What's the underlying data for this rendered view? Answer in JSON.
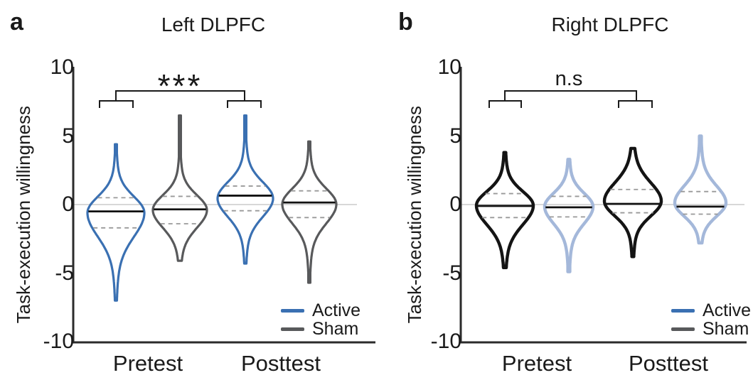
{
  "figure": {
    "panels": [
      {
        "letter": "a",
        "title": "Left DLPFC",
        "ylabel": "Task-execution willingness",
        "significance_label": "***",
        "x_categories": [
          "Pretest",
          "Posttest"
        ],
        "yticks": [
          10,
          5,
          0,
          -5,
          -10
        ],
        "legend": [
          {
            "label": "Active",
            "color": "#3a70b2"
          },
          {
            "label": "Sham",
            "color": "#58595b"
          }
        ]
      },
      {
        "letter": "b",
        "title": "Right DLPFC",
        "ylabel": "Task-execution willingness",
        "significance_label": "n.s",
        "x_categories": [
          "Pretest",
          "Posttest"
        ],
        "yticks": [
          10,
          5,
          0,
          -5,
          -10
        ],
        "legend": [
          {
            "label": "Active",
            "color": "#3a70b2"
          },
          {
            "label": "Sham",
            "color": "#58595b"
          }
        ]
      }
    ]
  },
  "colors": {
    "active_blue": "#3a70b2",
    "sham_gray": "#58595b",
    "panel_b_active_black": "#141414",
    "panel_b_sham_lightblue": "#a4b8da",
    "zero_line": "#cccccc",
    "quartile_line": "#999999",
    "median_line": "#111111",
    "axis": "#2b2b2b"
  },
  "chart_data": [
    {
      "type": "violin",
      "title": "Left DLPFC",
      "xlabel": "",
      "ylabel": "Task-execution willingness",
      "ylim": [
        -10,
        10
      ],
      "yticks": [
        10,
        5,
        0,
        -5,
        -10
      ],
      "grid": false,
      "zero_reference_line": 0,
      "categories": [
        "Pretest",
        "Posttest"
      ],
      "groups": [
        "Active",
        "Sham"
      ],
      "legend_position": "lower right",
      "significance": {
        "label": "***",
        "between": [
          "Pretest Active",
          "Posttest Active"
        ]
      },
      "violins": [
        {
          "category": "Pretest",
          "group": "Active",
          "color": "#3a70b2",
          "max": 4.4,
          "min": -7.0,
          "median": -0.5,
          "q1": -1.7,
          "q3": 0.5
        },
        {
          "category": "Pretest",
          "group": "Sham",
          "color": "#58595b",
          "max": 6.5,
          "min": -4.1,
          "median": -0.35,
          "q1": -1.4,
          "q3": 0.6
        },
        {
          "category": "Posttest",
          "group": "Active",
          "color": "#3a70b2",
          "max": 6.5,
          "min": -4.3,
          "median": 0.65,
          "q1": -0.45,
          "q3": 1.35
        },
        {
          "category": "Posttest",
          "group": "Sham",
          "color": "#58595b",
          "max": 4.6,
          "min": -5.7,
          "median": 0.15,
          "q1": -0.95,
          "q3": 1.0
        }
      ]
    },
    {
      "type": "violin",
      "title": "Right DLPFC",
      "xlabel": "",
      "ylabel": "Task-execution willingness",
      "ylim": [
        -10,
        10
      ],
      "yticks": [
        10,
        5,
        0,
        -5,
        -10
      ],
      "grid": false,
      "zero_reference_line": 0,
      "categories": [
        "Pretest",
        "Posttest"
      ],
      "groups": [
        "Active",
        "Sham"
      ],
      "legend_position": "lower right",
      "significance": {
        "label": "n.s",
        "between": [
          "Pretest Active",
          "Posttest Active"
        ]
      },
      "violins": [
        {
          "category": "Pretest",
          "group": "Active",
          "color": "#141414",
          "max": 3.8,
          "min": -4.6,
          "median": -0.1,
          "q1": -0.95,
          "q3": 0.8
        },
        {
          "category": "Pretest",
          "group": "Sham",
          "color": "#a4b8da",
          "max": 3.3,
          "min": -4.9,
          "median": -0.2,
          "q1": -0.9,
          "q3": 0.6
        },
        {
          "category": "Posttest",
          "group": "Active",
          "color": "#141414",
          "max": 4.1,
          "min": -3.8,
          "median": 0.05,
          "q1": -0.6,
          "q3": 1.1
        },
        {
          "category": "Posttest",
          "group": "Sham",
          "color": "#a4b8da",
          "max": 5.0,
          "min": -2.8,
          "median": -0.15,
          "q1": -0.7,
          "q3": 0.95
        }
      ]
    }
  ]
}
